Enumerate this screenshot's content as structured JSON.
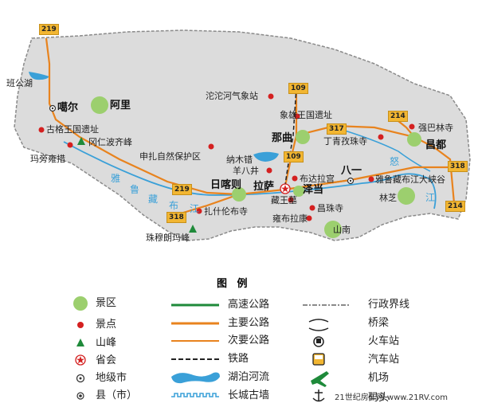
{
  "map": {
    "places": {
      "bangong": "班公湖",
      "gaer": "噶尔",
      "ali": "阿里",
      "guge": "古格王国遗址",
      "gangren": "冈仁波齐峰",
      "mapang": "玛旁雍措",
      "tuotuo": "沱沱河气象站",
      "xiangxiong": "象雄王国遗址",
      "shenzha": "申扎自然保护区",
      "namucuo": "纳木错",
      "naqu": "那曲",
      "dingqing": "丁青孜珠寺",
      "qiangba": "强巴林寺",
      "changdu": "昌都",
      "basu": "八一",
      "yalu_canyon": "雅鲁藏布江大峡谷",
      "linzhi": "林芝",
      "yangbajing": "羊八井",
      "budala": "布达拉宫",
      "lasa": "拉萨",
      "zedang": "泽当",
      "zangwangmu": "藏王墓",
      "changzhu": "昌珠寺",
      "yongbulakang": "雍布拉康",
      "shannan": "山南",
      "rikaze": "日喀则",
      "zhashi": "扎什伦布寺",
      "zhumulangma": "珠穆朗玛峰",
      "river_ya": "雅",
      "river_lu": "鲁",
      "river_zang": "藏",
      "river_bu": "布",
      "river_jiang": "江",
      "river_nu": "怒",
      "river_jiang2": "江"
    },
    "roads": {
      "r219_top": "219",
      "r219_mid": "219",
      "r109_a": "109",
      "r109_b": "109",
      "r317": "317",
      "r214_a": "214",
      "r214_b": "214",
      "r318_a": "318",
      "r318_b": "318"
    },
    "colors": {
      "region": "#dcdcdc",
      "border": "#8a8a8a",
      "main_road": "#e8831e",
      "road_shield": "#f2b632",
      "scenic_area": "#9ccf6e",
      "scenic_spot": "#d42020",
      "peak": "#1f8a3a",
      "lake_river": "#3aa0d8",
      "highway": "#1e8a3a"
    }
  },
  "legend": {
    "title": "图  例",
    "items": [
      {
        "label": "景区",
        "icon": "scenic-area-icon"
      },
      {
        "label": "景点",
        "icon": "scenic-spot-icon"
      },
      {
        "label": "山峰",
        "icon": "peak-icon"
      },
      {
        "label": "省会",
        "icon": "capital-star-icon"
      },
      {
        "label": "地级市",
        "icon": "prefecture-city-icon"
      },
      {
        "label": "县（市）",
        "icon": "county-icon"
      },
      {
        "label": "高速公路",
        "icon": "highway-line-icon"
      },
      {
        "label": "主要公路",
        "icon": "main-road-line-icon"
      },
      {
        "label": "次要公路",
        "icon": "secondary-road-line-icon"
      },
      {
        "label": "铁路",
        "icon": "railway-line-icon"
      },
      {
        "label": "湖泊河流",
        "icon": "lake-river-icon"
      },
      {
        "label": "长城古墙",
        "icon": "great-wall-icon"
      },
      {
        "label": "行政界线",
        "icon": "admin-boundary-icon"
      },
      {
        "label": "桥梁",
        "icon": "bridge-icon"
      },
      {
        "label": "火车站",
        "icon": "train-station-icon"
      },
      {
        "label": "汽车站",
        "icon": "bus-station-icon"
      },
      {
        "label": "机场",
        "icon": "airport-icon"
      },
      {
        "label": "码头",
        "icon": "pier-icon"
      }
    ]
  },
  "footer": {
    "site_name": "21世纪房车网",
    "site_url": "www.21RV.com"
  }
}
